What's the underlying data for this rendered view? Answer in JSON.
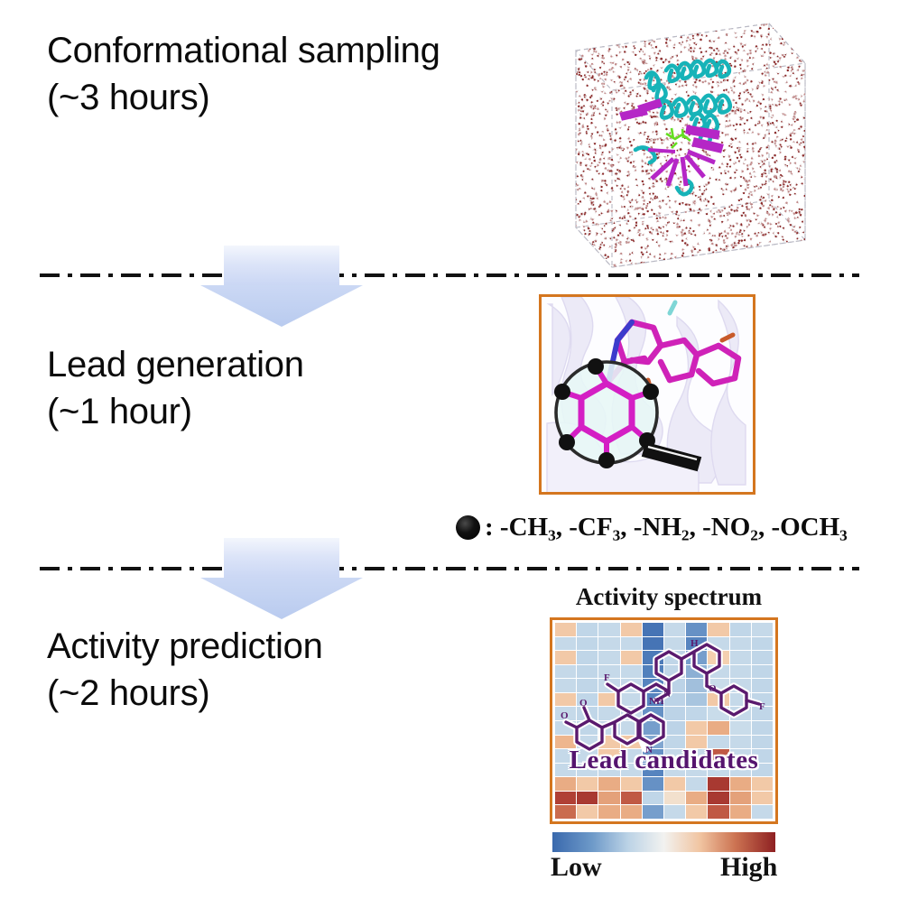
{
  "figure": {
    "type": "workflow-diagram",
    "title": "Computational drug discovery workflow"
  },
  "stages": [
    {
      "id": "conformational-sampling",
      "label": "Conformational sampling\n(~3 hours)",
      "name": "Conformational sampling",
      "duration": "(~3 hours)",
      "panel": "molecular-dynamics-box"
    },
    {
      "id": "lead-generation",
      "label": "Lead generation\n(~1 hour)",
      "name": "Lead generation",
      "duration": "(~1 hour)",
      "panel": "ligand-magnifier"
    },
    {
      "id": "activity-prediction",
      "label": "Activity prediction\n(~2 hours)",
      "name": "Activity prediction",
      "duration": "(~2 hours)",
      "panel": "activity-heatmap"
    }
  ],
  "substituent_legend": {
    "marker": "filled-black-circle",
    "separator": ":",
    "groups": [
      "-CH3",
      "-CF3",
      "-NH2",
      "-NO2",
      "-OCH3"
    ],
    "text": ": -CH₃, -CF₃, -NH₂, -NO₂, -OCH₃"
  },
  "spectrum": {
    "title": "Activity spectrum",
    "overlay_label": "Lead candidates",
    "legend_low": "Low",
    "legend_high": "High",
    "frame_color": "#d4761f",
    "overlay_color": "#55146e"
  },
  "colors": {
    "arrow_top": "#f3f6fd",
    "arrow_bottom": "#b9cbef",
    "divider": "#111111",
    "panel_border": "#d4761f",
    "helix": "#19b0b4",
    "sheet": "#b526c6",
    "ligand": "#66dd22",
    "water_o": "#8c2a2a",
    "molecule_overlay": "#5a1a6e"
  },
  "chart_data": {
    "type": "heatmap",
    "title": "Activity spectrum",
    "xlabel": "",
    "ylabel": "",
    "legend_position": "bottom",
    "colorscale": "RdBu reversed (blue = Low, red = High)",
    "zlim": [
      0,
      1
    ],
    "tick_labels": [
      "Low",
      "High"
    ],
    "n_rows": 14,
    "n_cols": 10,
    "values": [
      [
        0.62,
        0.38,
        0.4,
        0.62,
        0.05,
        0.4,
        0.15,
        0.62,
        0.38,
        0.4
      ],
      [
        0.4,
        0.38,
        0.4,
        0.4,
        0.05,
        0.4,
        0.12,
        0.4,
        0.4,
        0.38
      ],
      [
        0.62,
        0.38,
        0.4,
        0.62,
        0.08,
        0.38,
        0.18,
        0.6,
        0.4,
        0.38
      ],
      [
        0.4,
        0.38,
        0.4,
        0.4,
        0.1,
        0.38,
        0.22,
        0.4,
        0.4,
        0.38
      ],
      [
        0.4,
        0.38,
        0.4,
        0.4,
        0.12,
        0.36,
        0.28,
        0.42,
        0.4,
        0.38
      ],
      [
        0.62,
        0.38,
        0.62,
        0.4,
        0.12,
        0.36,
        0.3,
        0.62,
        0.4,
        0.38
      ],
      [
        0.4,
        0.38,
        0.4,
        0.4,
        0.15,
        0.36,
        0.38,
        0.42,
        0.4,
        0.38
      ],
      [
        0.4,
        0.38,
        0.4,
        0.4,
        0.18,
        0.36,
        0.62,
        0.7,
        0.42,
        0.38
      ],
      [
        0.68,
        0.4,
        0.62,
        0.62,
        0.2,
        0.38,
        0.62,
        0.4,
        0.4,
        0.38
      ],
      [
        0.4,
        0.4,
        0.62,
        0.4,
        0.15,
        0.4,
        0.4,
        0.85,
        0.4,
        0.38
      ],
      [
        0.4,
        0.4,
        0.4,
        0.4,
        0.12,
        0.4,
        0.4,
        0.4,
        0.4,
        0.38
      ],
      [
        0.7,
        0.62,
        0.7,
        0.62,
        0.15,
        0.62,
        0.4,
        0.92,
        0.7,
        0.62
      ],
      [
        0.9,
        0.92,
        0.72,
        0.85,
        0.38,
        0.55,
        0.7,
        0.92,
        0.72,
        0.62
      ],
      [
        0.82,
        0.62,
        0.7,
        0.7,
        0.18,
        0.4,
        0.62,
        0.85,
        0.7,
        0.4
      ]
    ]
  }
}
